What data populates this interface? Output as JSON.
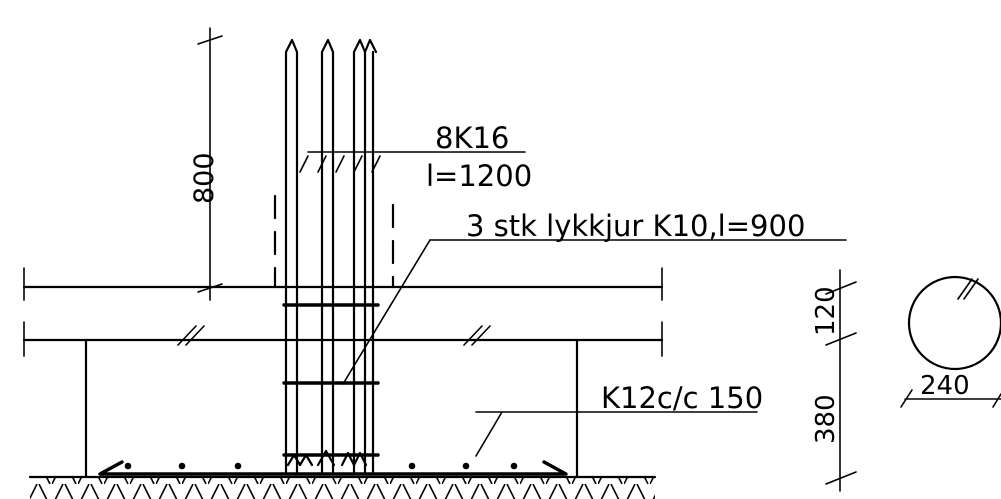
{
  "annotations": {
    "rebar_main": "8K16",
    "rebar_length": "l=1200",
    "stirrups": "3 stk lykkjur  K10,l=900",
    "footing_bars": "K12c/c 150",
    "dim_height": "800",
    "dim_slab": "120",
    "dim_footing": "380",
    "dim_dia": "240"
  }
}
